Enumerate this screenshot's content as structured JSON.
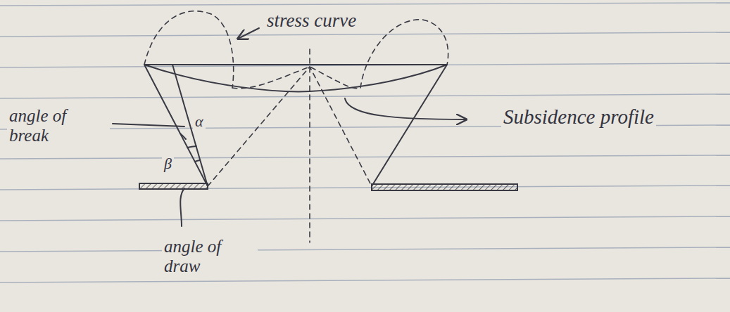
{
  "diagram": {
    "labels": [
      "stress curve",
      "angle of break",
      "α",
      "β",
      "Subsidence profile",
      "angle of draw"
    ]
  }
}
